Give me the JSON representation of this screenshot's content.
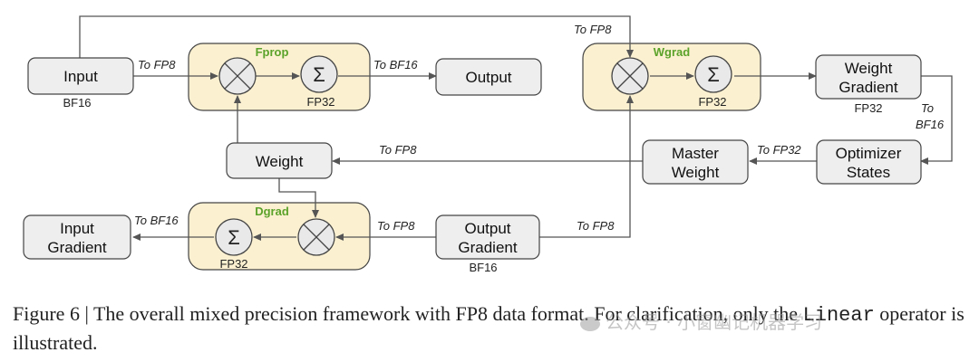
{
  "colors": {
    "box_fill": "#eeeeee",
    "box_stroke": "#444444",
    "group_fill": "#fbf1d0",
    "group_stroke": "#444444",
    "group_title": "#5ba22a",
    "edge": "#555555"
  },
  "groups": {
    "fprop": {
      "title": "Fprop"
    },
    "wgrad": {
      "title": "Wgrad"
    },
    "dgrad": {
      "title": "Dgrad"
    }
  },
  "nodes": {
    "input": {
      "label": "Input",
      "note": "BF16"
    },
    "output": {
      "label": "Output"
    },
    "weight": {
      "label": "Weight"
    },
    "weight_gradient": {
      "label_line1": "Weight",
      "label_line2": "Gradient",
      "note": "FP32"
    },
    "optimizer_states": {
      "label_line1": "Optimizer",
      "label_line2": "States"
    },
    "master_weight": {
      "label_line1": "Master",
      "label_line2": "Weight"
    },
    "output_gradient": {
      "label_line1": "Output",
      "label_line2": "Gradient",
      "note": "BF16"
    },
    "input_gradient": {
      "label_line1": "Input",
      "label_line2": "Gradient"
    }
  },
  "operators": {
    "multiply_icon": "circled-x-icon",
    "sum_icon": "sigma-icon",
    "sum_symbol": "Σ",
    "fprop_sum_note": "FP32",
    "wgrad_sum_note": "FP32",
    "dgrad_sum_note": "FP32"
  },
  "edge_labels": {
    "input_to_fprop": "To FP8",
    "fprop_to_output": "To BF16",
    "input_to_wgrad": "To FP8",
    "wgrad_to_optimizer_line1": "To",
    "wgrad_to_optimizer_line2": "BF16",
    "master_to_weight": "To FP8",
    "optimizer_to_master": "To FP32",
    "output_grad_to_dgrad": "To FP8",
    "output_grad_to_wgrad": "To FP8",
    "dgrad_to_input_grad": "To BF16"
  },
  "caption": {
    "prefix": "Figure 6 | The overall mixed precision framework with FP8 data format. For clarification, only the ",
    "code": "Linear",
    "suffix": " operator is illustrated."
  },
  "watermark": {
    "text": "公众号 · 小窗幽记机器学习"
  }
}
